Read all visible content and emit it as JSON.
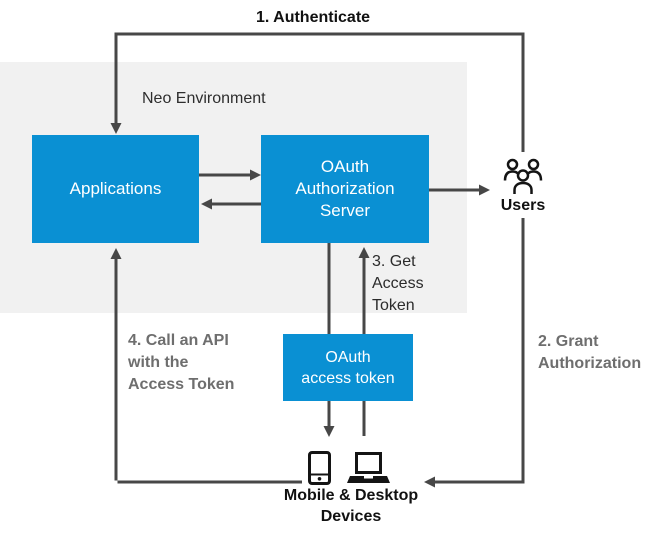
{
  "colors": {
    "node_blue": "#0a90d3",
    "environment_bg": "#f1f1f1",
    "arrow_gray": "#474747",
    "label_gray": "#6e6e6e",
    "label_dark": "#1d1d1d"
  },
  "environment": {
    "label": "Neo Environment"
  },
  "nodes": {
    "applications": {
      "label": "Applications"
    },
    "oauth_server": {
      "lines": [
        "OAuth",
        "Authorization",
        "Server"
      ]
    },
    "access_token": {
      "lines": [
        "OAuth",
        "access token"
      ]
    },
    "users": {
      "label": "Users",
      "icon": "users-group-icon"
    },
    "devices": {
      "lines": [
        "Mobile & Desktop",
        "Devices"
      ],
      "icons": [
        "mobile-phone-icon",
        "laptop-icon"
      ]
    }
  },
  "flow_labels": {
    "authenticate": {
      "text": "1. Authenticate"
    },
    "grant_authorization": {
      "lines": [
        "2. Grant",
        "Authorization"
      ]
    },
    "get_access_token": {
      "lines": [
        "3. Get",
        "Access",
        "Token"
      ]
    },
    "call_api": {
      "lines": [
        "4. Call an API",
        "with the",
        "Access Token"
      ]
    }
  }
}
